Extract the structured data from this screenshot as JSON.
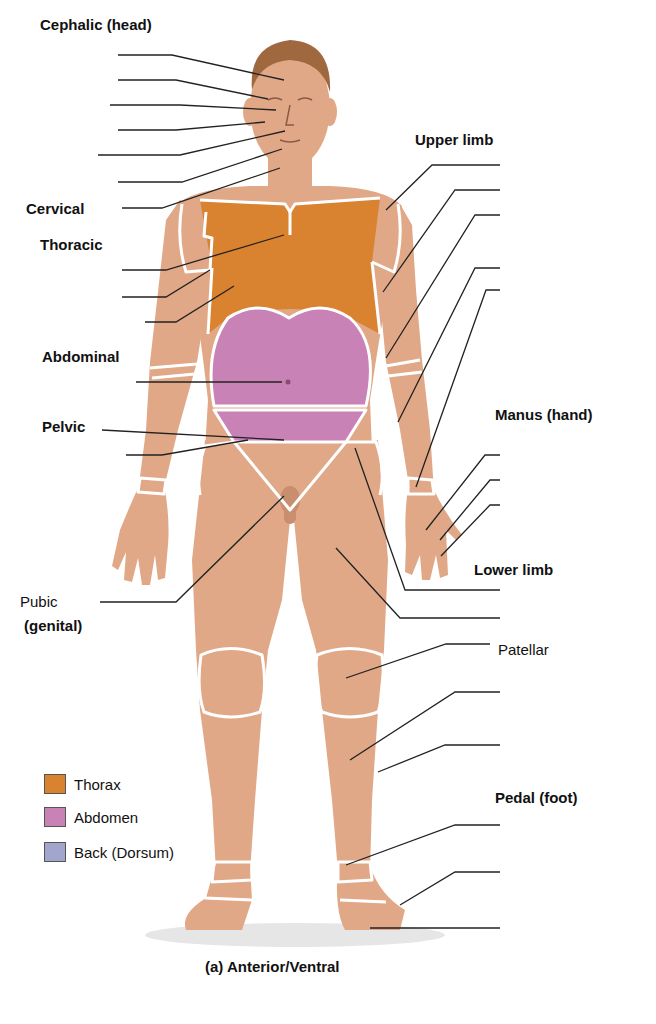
{
  "diagram": {
    "caption": "(a) Anterior/Ventral",
    "labels": [
      "Cephalic (head)",
      "Upper limb",
      "Cervical",
      "Thoracic",
      "Abdominal",
      "Manus (hand)",
      "Pelvic",
      "Lower limb",
      "Pubic",
      "(genital)",
      "Patellar",
      "Pedal (foot)"
    ],
    "legend": [
      {
        "text": "Thorax",
        "color": "#d98230"
      },
      {
        "text": "Abdomen",
        "color": "#c982b6"
      },
      {
        "text": "Back (Dorsum)",
        "color": "#a2a6cc"
      }
    ]
  }
}
